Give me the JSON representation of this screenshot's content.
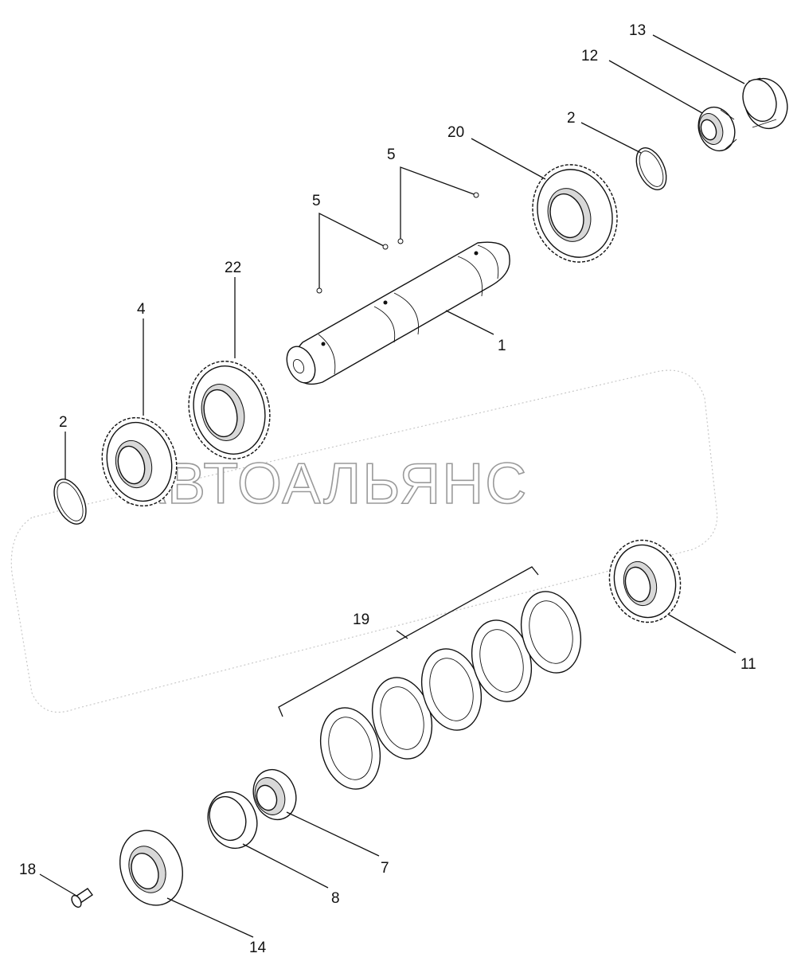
{
  "watermark": "АВТОАЛЬЯНС",
  "callouts": {
    "c1": "1",
    "c2a": "2",
    "c2b": "2",
    "c4": "4",
    "c5a": "5",
    "c5b": "5",
    "c7": "7",
    "c8": "8",
    "c11": "11",
    "c12": "12",
    "c13": "13",
    "c14": "14",
    "c18": "18",
    "c19": "19",
    "c20": "20",
    "c22": "22"
  }
}
